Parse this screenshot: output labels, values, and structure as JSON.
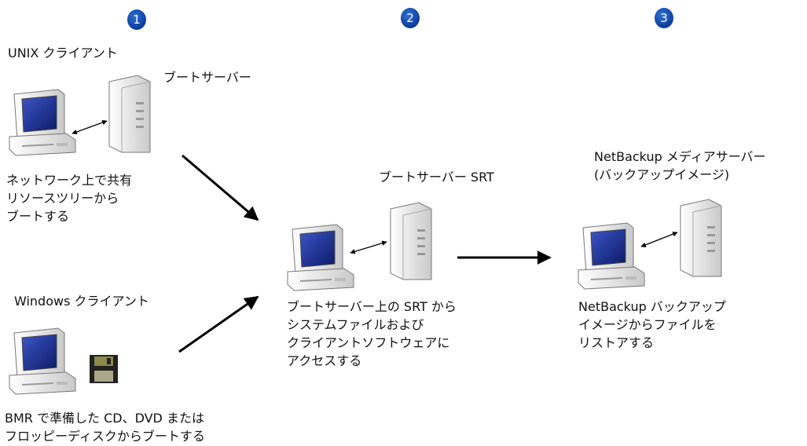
{
  "steps": [
    "1",
    "2",
    "3"
  ],
  "col1": {
    "unix_client_label": "UNIX クライアント",
    "boot_server_label": "ブートサーバー",
    "unix_boot_desc": "ネットワーク上で共有\nリソースツリーから\nブートする",
    "windows_client_label": "Windows クライアント",
    "windows_boot_desc": "BMR で準備した CD、DVD または\nフロッピーディスクからブートする"
  },
  "col2": {
    "boot_server_srt_label": "ブートサーバー SRT",
    "srt_access_desc": "ブートサーバー上の SRT から\nシステムファイルおよび\nクライアントソフトウェアに\nアクセスする"
  },
  "col3": {
    "media_server_label": "NetBackup メディアサーバー\n(バックアップイメージ)",
    "restore_desc": "NetBackup バックアップ\nイメージからファイルを\nリストアする"
  },
  "colors": {
    "step_circle": "#1a54c4",
    "screen": "#1c2f8f",
    "case": "#ececec"
  }
}
